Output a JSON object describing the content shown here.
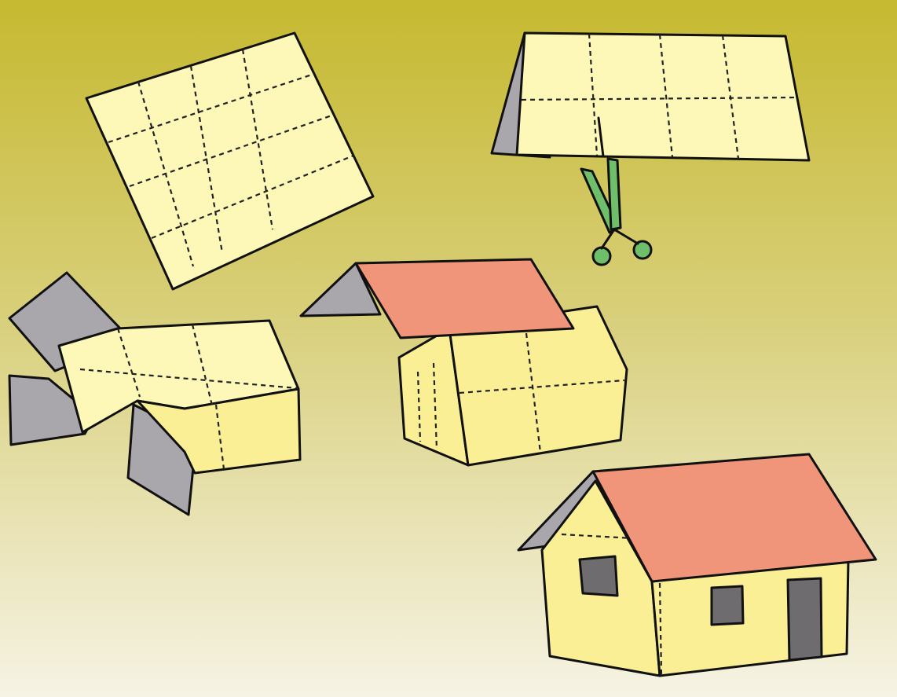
{
  "palette": {
    "background_top": "#c6b930",
    "background_mid": "#d8cf7a",
    "background_bottom": "#f6f3e4",
    "paper": "#fdf7b8",
    "wall": "#fbef96",
    "roof": "#f0957a",
    "gable": "#a9a7ac",
    "opening": "#6e6c6e",
    "scissors": "#6fbf6a",
    "ink": "#111111"
  },
  "steps": [
    {
      "name": "grid-paper-sheet",
      "icon": "grid-paper-icon"
    },
    {
      "name": "folded-roof-being-cut",
      "icon": "scissors-icon"
    },
    {
      "name": "unfolded-wall-net",
      "icon": "net-icon"
    },
    {
      "name": "roof-placed-on-walls",
      "icon": "roof-icon"
    },
    {
      "name": "finished-paper-house",
      "icon": "house-icon"
    }
  ]
}
